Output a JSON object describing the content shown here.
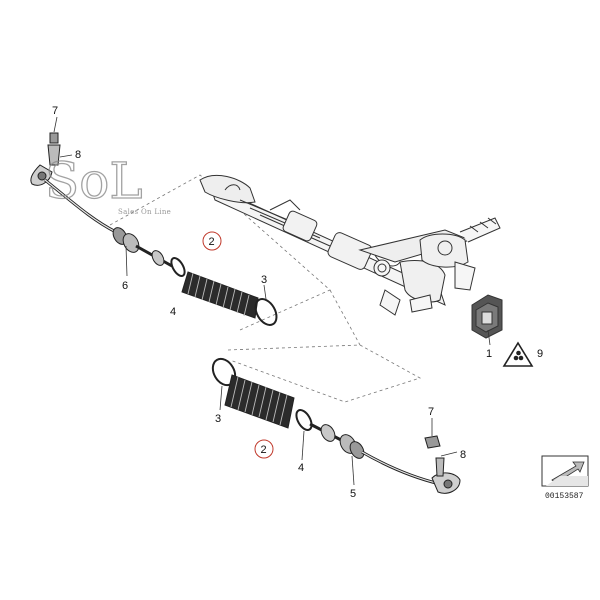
{
  "watermark": {
    "logo_text": "SoL",
    "tagline": "Sales On Line"
  },
  "callouts": {
    "upper": {
      "n7": "7",
      "n8": "8",
      "n6": "6",
      "n4": "4",
      "n2": "2",
      "n3": "3"
    },
    "rack": {
      "n1": "1",
      "n9": "9"
    },
    "lower": {
      "n3": "3",
      "n2": "2",
      "n4": "4",
      "n5": "5",
      "n7": "7",
      "n8": "8"
    }
  },
  "highlight_color": "#c0392b",
  "footer": {
    "diagram_code": "00153587"
  }
}
